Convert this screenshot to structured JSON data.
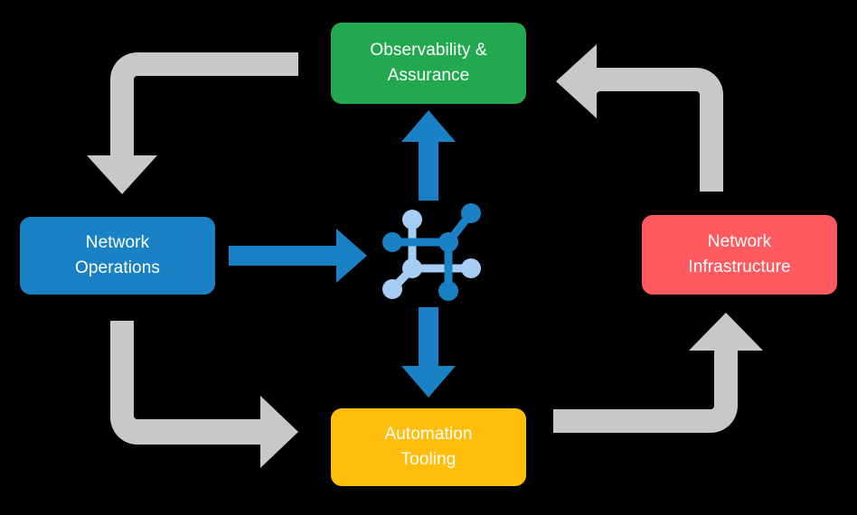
{
  "diagram": {
    "title": "Network operations lifecycle cycle diagram",
    "background_color": "#000000",
    "center": {
      "icon_name": "network-topology-icon",
      "node_colors": {
        "primary": "#1a81c4",
        "secondary": "#a6cdf5"
      }
    },
    "nodes": [
      {
        "id": "observability",
        "label": "Observability &\nAssurance",
        "color": "#22a94f",
        "position": "top"
      },
      {
        "id": "network-operations",
        "label": "Network\nOperations",
        "color": "#1a81c4",
        "position": "left"
      },
      {
        "id": "network-infrastructure",
        "label": "Network\nInfrastructure",
        "color": "#ff5a5f",
        "position": "right"
      },
      {
        "id": "automation-tooling",
        "label": "Automation\nTooling",
        "color": "#ffbe0b",
        "position": "bottom"
      }
    ],
    "connectors": {
      "blue_color": "#1a81c4",
      "gray_color": "#c8c8c8",
      "blue_arrows": [
        {
          "id": "center-to-observability",
          "direction": "up"
        },
        {
          "id": "operations-to-center",
          "direction": "right"
        },
        {
          "id": "center-to-automation",
          "direction": "down"
        }
      ],
      "gray_arrows": [
        {
          "id": "observability-to-operations",
          "direction": "left-then-down"
        },
        {
          "id": "infrastructure-to-observability",
          "direction": "up-then-left"
        },
        {
          "id": "operations-to-automation",
          "direction": "down-then-right"
        },
        {
          "id": "automation-to-infrastructure",
          "direction": "right-then-up"
        }
      ]
    }
  }
}
